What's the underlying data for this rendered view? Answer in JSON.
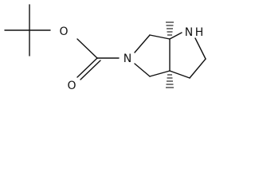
{
  "molecule": {
    "atoms": {
      "oxygen_ester": "O",
      "oxygen_carbonyl": "O",
      "nitrogen_ring": "N",
      "nitrogen_amine": "N",
      "hydrogen_amine": "H"
    },
    "colors": {
      "bond": "#111111",
      "label": "#111111",
      "background": "#ffffff"
    }
  }
}
